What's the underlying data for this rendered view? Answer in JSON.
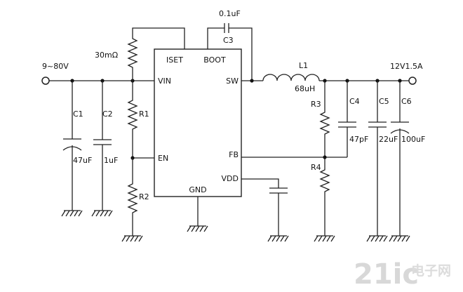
{
  "pins": {
    "iset": "ISET",
    "boot": "BOOT",
    "vin": "VIN",
    "sw": "SW",
    "en": "EN",
    "fb": "FB",
    "vdd": "VDD",
    "gnd": "GND"
  },
  "input_label": "9~80V",
  "output_label": "12V1.5A",
  "components": {
    "rsense": "30mΩ",
    "c3_name": "C3",
    "c3_value": "0.1uF",
    "l1_name": "L1",
    "l1_value": "68uH",
    "c1_name": "C1",
    "c1_value": "47uF",
    "c2_name": "C2",
    "c2_value": "1uF",
    "r1_name": "R1",
    "r2_name": "R2",
    "r3_name": "R3",
    "r4_name": "R4",
    "c4_name": "C4",
    "c4_value": "47pF",
    "c5_name": "C5",
    "c5_value": "22uF",
    "c6_name": "C6",
    "c6_value": "100uF"
  },
  "watermark": {
    "logo": "21ic",
    "text": "电子网"
  }
}
